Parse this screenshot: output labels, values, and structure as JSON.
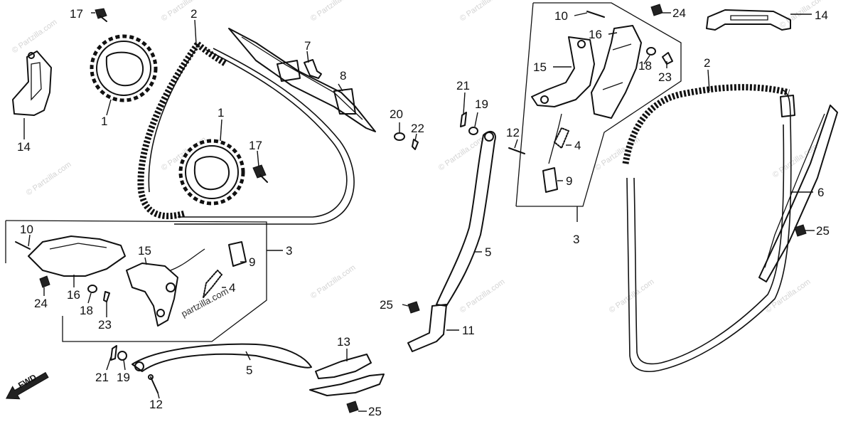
{
  "diagram": {
    "callouts": {
      "c17a": "17",
      "c2a": "2",
      "c1a": "1",
      "c14a": "14",
      "c7": "7",
      "c8": "8",
      "c1b": "1",
      "c17b": "17",
      "c20": "20",
      "c22": "22",
      "c21a": "21",
      "c19a": "19",
      "c10a": "10",
      "c24a": "24",
      "c14b": "14",
      "c16a": "16",
      "c15a": "15",
      "c18a": "18",
      "c23a": "23",
      "c12a": "12",
      "c4a": "4",
      "c9a": "9",
      "c3a": "3",
      "c2b": "2",
      "c6": "6",
      "c25a": "25",
      "c10b": "10",
      "c15b": "15",
      "c9b": "9",
      "c3b": "3",
      "c4b": "4",
      "c24b": "24",
      "c16b": "16",
      "c18b": "18",
      "c23b": "23",
      "c5a": "5",
      "c25b": "25",
      "c11": "11",
      "c13": "13",
      "c21b": "21",
      "c19b": "19",
      "c5b": "5",
      "c12b": "12",
      "c25c": "25"
    },
    "direction_label": "FWD",
    "watermarks": [
      "© Partzilla.com",
      "partzilla.com"
    ]
  }
}
